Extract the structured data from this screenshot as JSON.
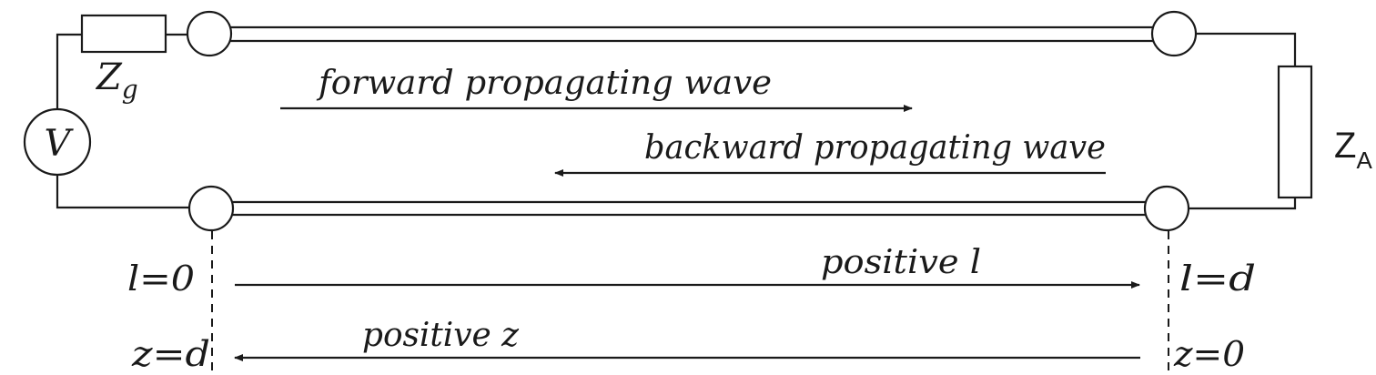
{
  "source": {
    "symbol": "V",
    "impedance_main": "Z",
    "impedance_sub": "g"
  },
  "load": {
    "impedance_main": "Z",
    "impedance_sub": "A"
  },
  "waves": {
    "forward": "forward propagating wave",
    "backward": "backward propagating wave"
  },
  "axes": {
    "l_label": "positive l",
    "z_label": "positive z",
    "left_l": "l=0",
    "left_z": "z=d",
    "right_l": "l=d",
    "right_z": "z=0"
  },
  "colors": {
    "stroke": "#1a1a1a",
    "text": "#1a1a1a"
  }
}
